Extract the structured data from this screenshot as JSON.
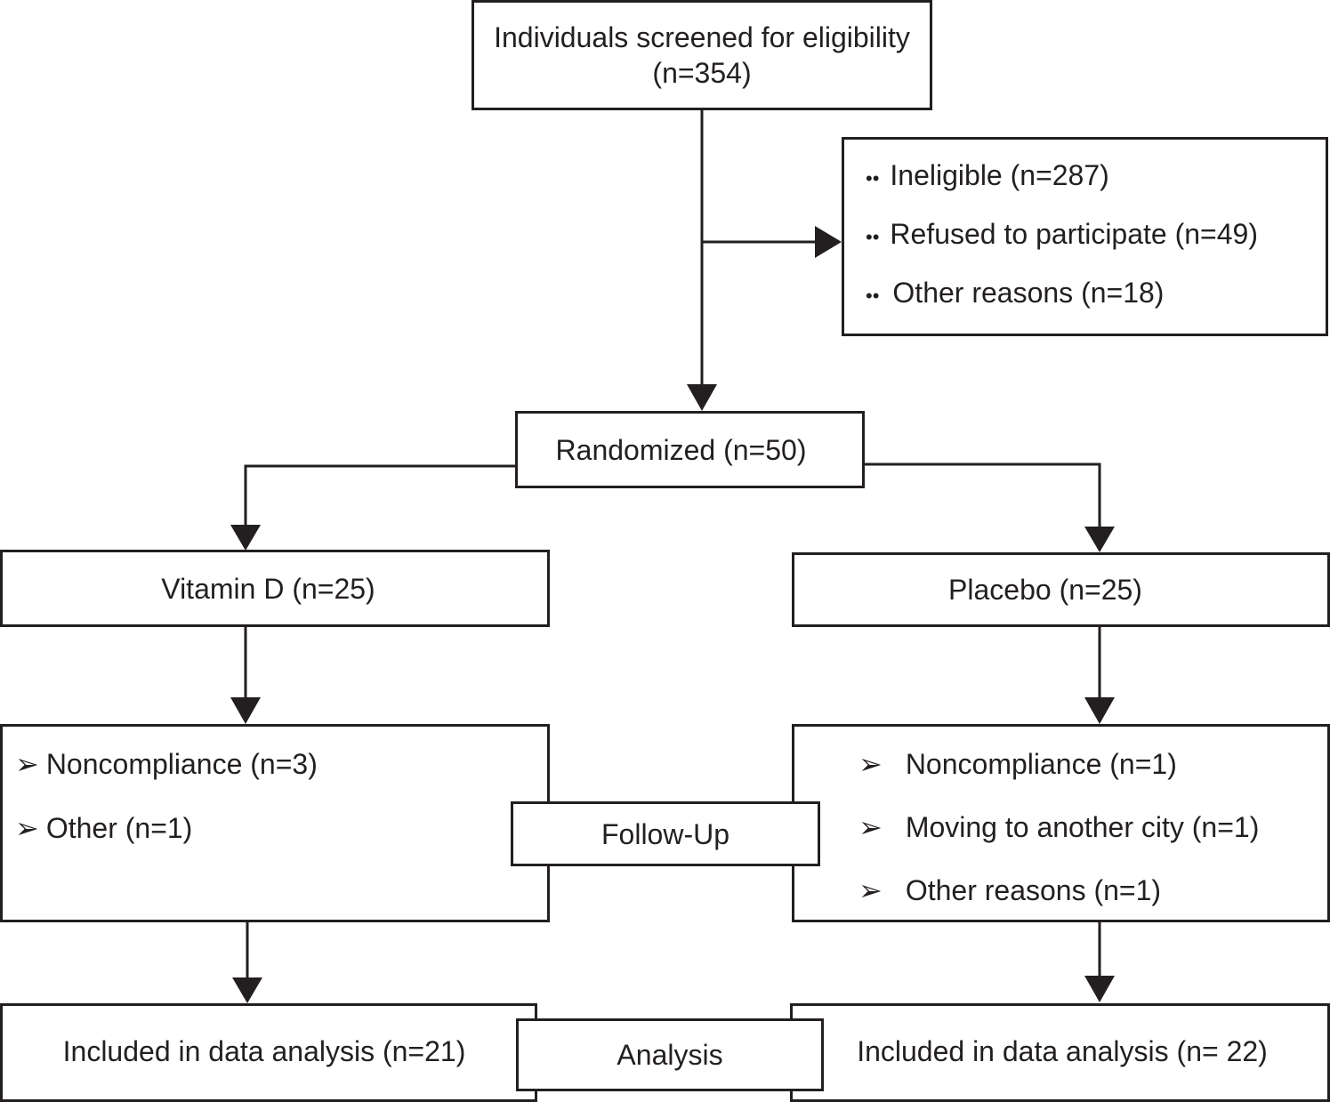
{
  "screened": {
    "line1": "Individuals screened for eligibility",
    "line2": "(n=354)"
  },
  "excluded": {
    "bullet": "••",
    "items": [
      "Ineligible (n=287)",
      "Refused to participate (n=49)",
      "Other reasons (n=18)"
    ]
  },
  "randomized": "Randomized (n=50)",
  "arms": {
    "left": "Vitamin D (n=25)",
    "right": "Placebo (n=25)"
  },
  "followup": {
    "marker": "➢",
    "label": "Follow-Up",
    "left_items": [
      "Noncompliance (n=3)",
      "Other (n=1)"
    ],
    "right_items": [
      "Noncompliance (n=1)",
      "Moving to another city (n=1)",
      "Other reasons (n=1)"
    ]
  },
  "analysis": {
    "label": "Analysis",
    "left": "Included in data analysis (n=21)",
    "right": "Included in data analysis (n= 22)"
  }
}
